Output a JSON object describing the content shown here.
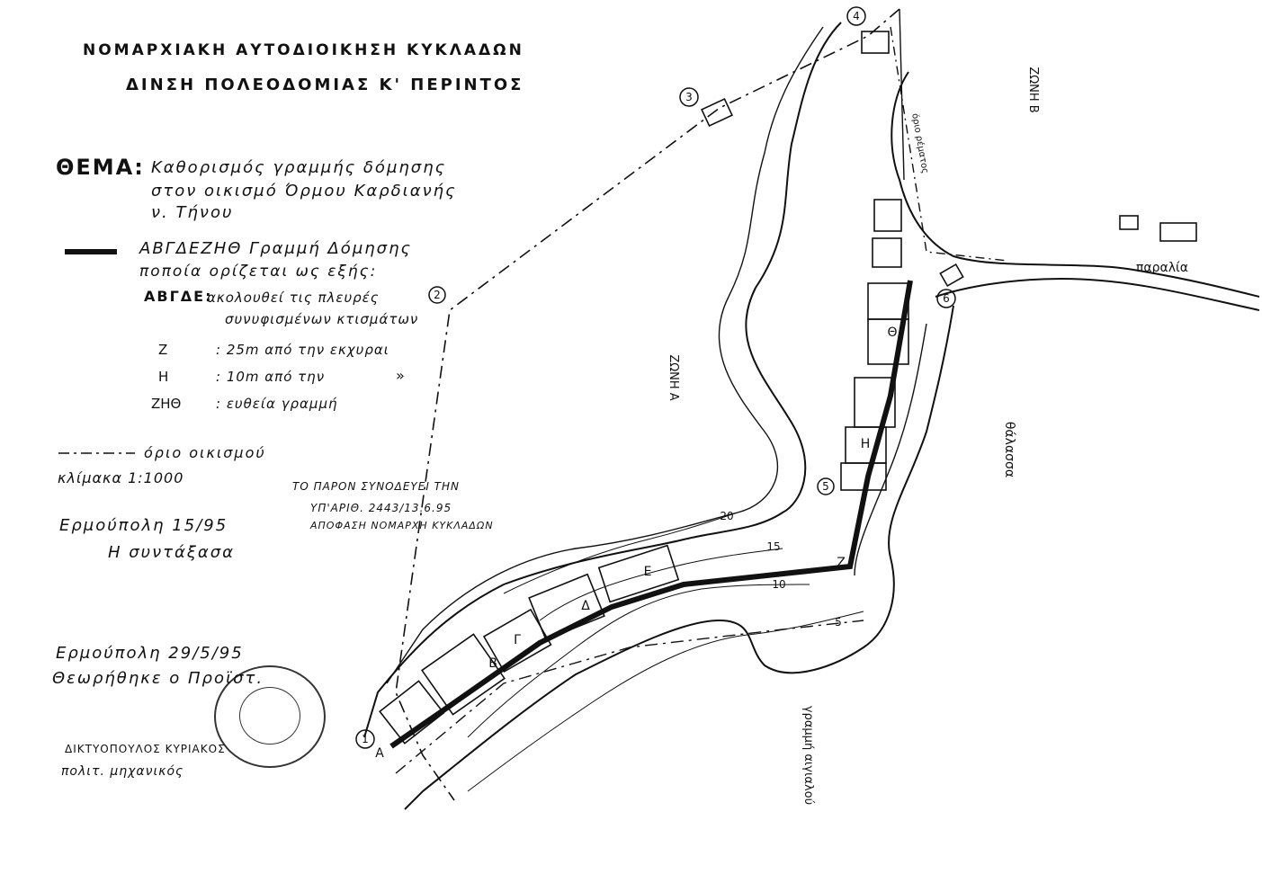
{
  "header": {
    "line1": "ΝΟΜΑΡΧΙΑΚΗ ΑΥΤΟΔΙΟΙΚΗΣΗ ΚΥΚΛΑΔΩΝ",
    "line2": "ΔΙΝΣΗ ΠΟΛΕΟΔΟΜΙΑΣ Κ' ΠΕΡΙΝΤΟΣ"
  },
  "subject": {
    "label": "ΘΕΜΑ:",
    "line1": "Καθορισμός γραμμής δόμησης",
    "line2": "στον οικισμό Όρμου Καρδιανής",
    "line3": "ν. Τήνου"
  },
  "legend": {
    "building_line_title": "ΑΒΓΔΕΖΗΘ Γραμμή Δόμησης",
    "building_line_sub": "ποποία ορίζεται ως εξής:",
    "row_abgde_key": "ΑΒΓΔΕ:",
    "row_abgde_val1": "ακολουθεί τις πλευρές",
    "row_abgde_val2": "συνυφισμένων κτισμάτων",
    "row_z_key": "Ζ",
    "row_z_val": ": 25m από την εκχυραι",
    "row_h_key": "Η",
    "row_h_val": ": 10m από την",
    "row_h_ditto": "»",
    "row_zhth_key": "ΖΗΘ",
    "row_zhth_val": ": ευθεία γραμμή",
    "settlement_limit": "όριο οικισμού",
    "scale": "κλίμακα 1:1000"
  },
  "note": {
    "line1": "ΤΟ ΠΑΡΟΝ ΣΥΝΟΔΕΥΕΙ ΤΗΝ",
    "line2": "ΥΠ'ΑΡΙΘ. 2443/13.6.95",
    "line3": "ΑΠΟΦΑΣΗ ΝΟΜΑΡΧΗ ΚΥΚΛΑΔΩΝ"
  },
  "signatures": {
    "place_date1": "Ερμούπολη 15/95",
    "drafted_by": "Η συντάξασα",
    "place_date2": "Ερμούπολη 29/5/95",
    "checked": "Θεωρήθηκε ο Προϊστ.",
    "name": "ΔΙΚΤΥΟΠΟΥΛΟΣ ΚΥΡΙΑΚΟΣ",
    "title": "πολιτ. μηχανικός"
  },
  "map_labels": {
    "zone_a": "ΖΩΝΗ Α",
    "zone_b": "ΖΩΝΗ Β",
    "sea": "θάλασσα",
    "beach": "παραλία",
    "shoreline": "γραμμή αιγιαλού",
    "stream_bed": "όριο ρέματος",
    "contour_20": "20",
    "contour_15": "15",
    "contour_10": "10",
    "contour_5": "5"
  },
  "markers": [
    "1",
    "2",
    "3",
    "4",
    "5",
    "6"
  ],
  "points": [
    "Α",
    "Β",
    "Γ",
    "Δ",
    "Ε",
    "Ζ",
    "Η",
    "Θ"
  ],
  "colors": {
    "ink": "#111111",
    "paper": "#ffffff"
  }
}
